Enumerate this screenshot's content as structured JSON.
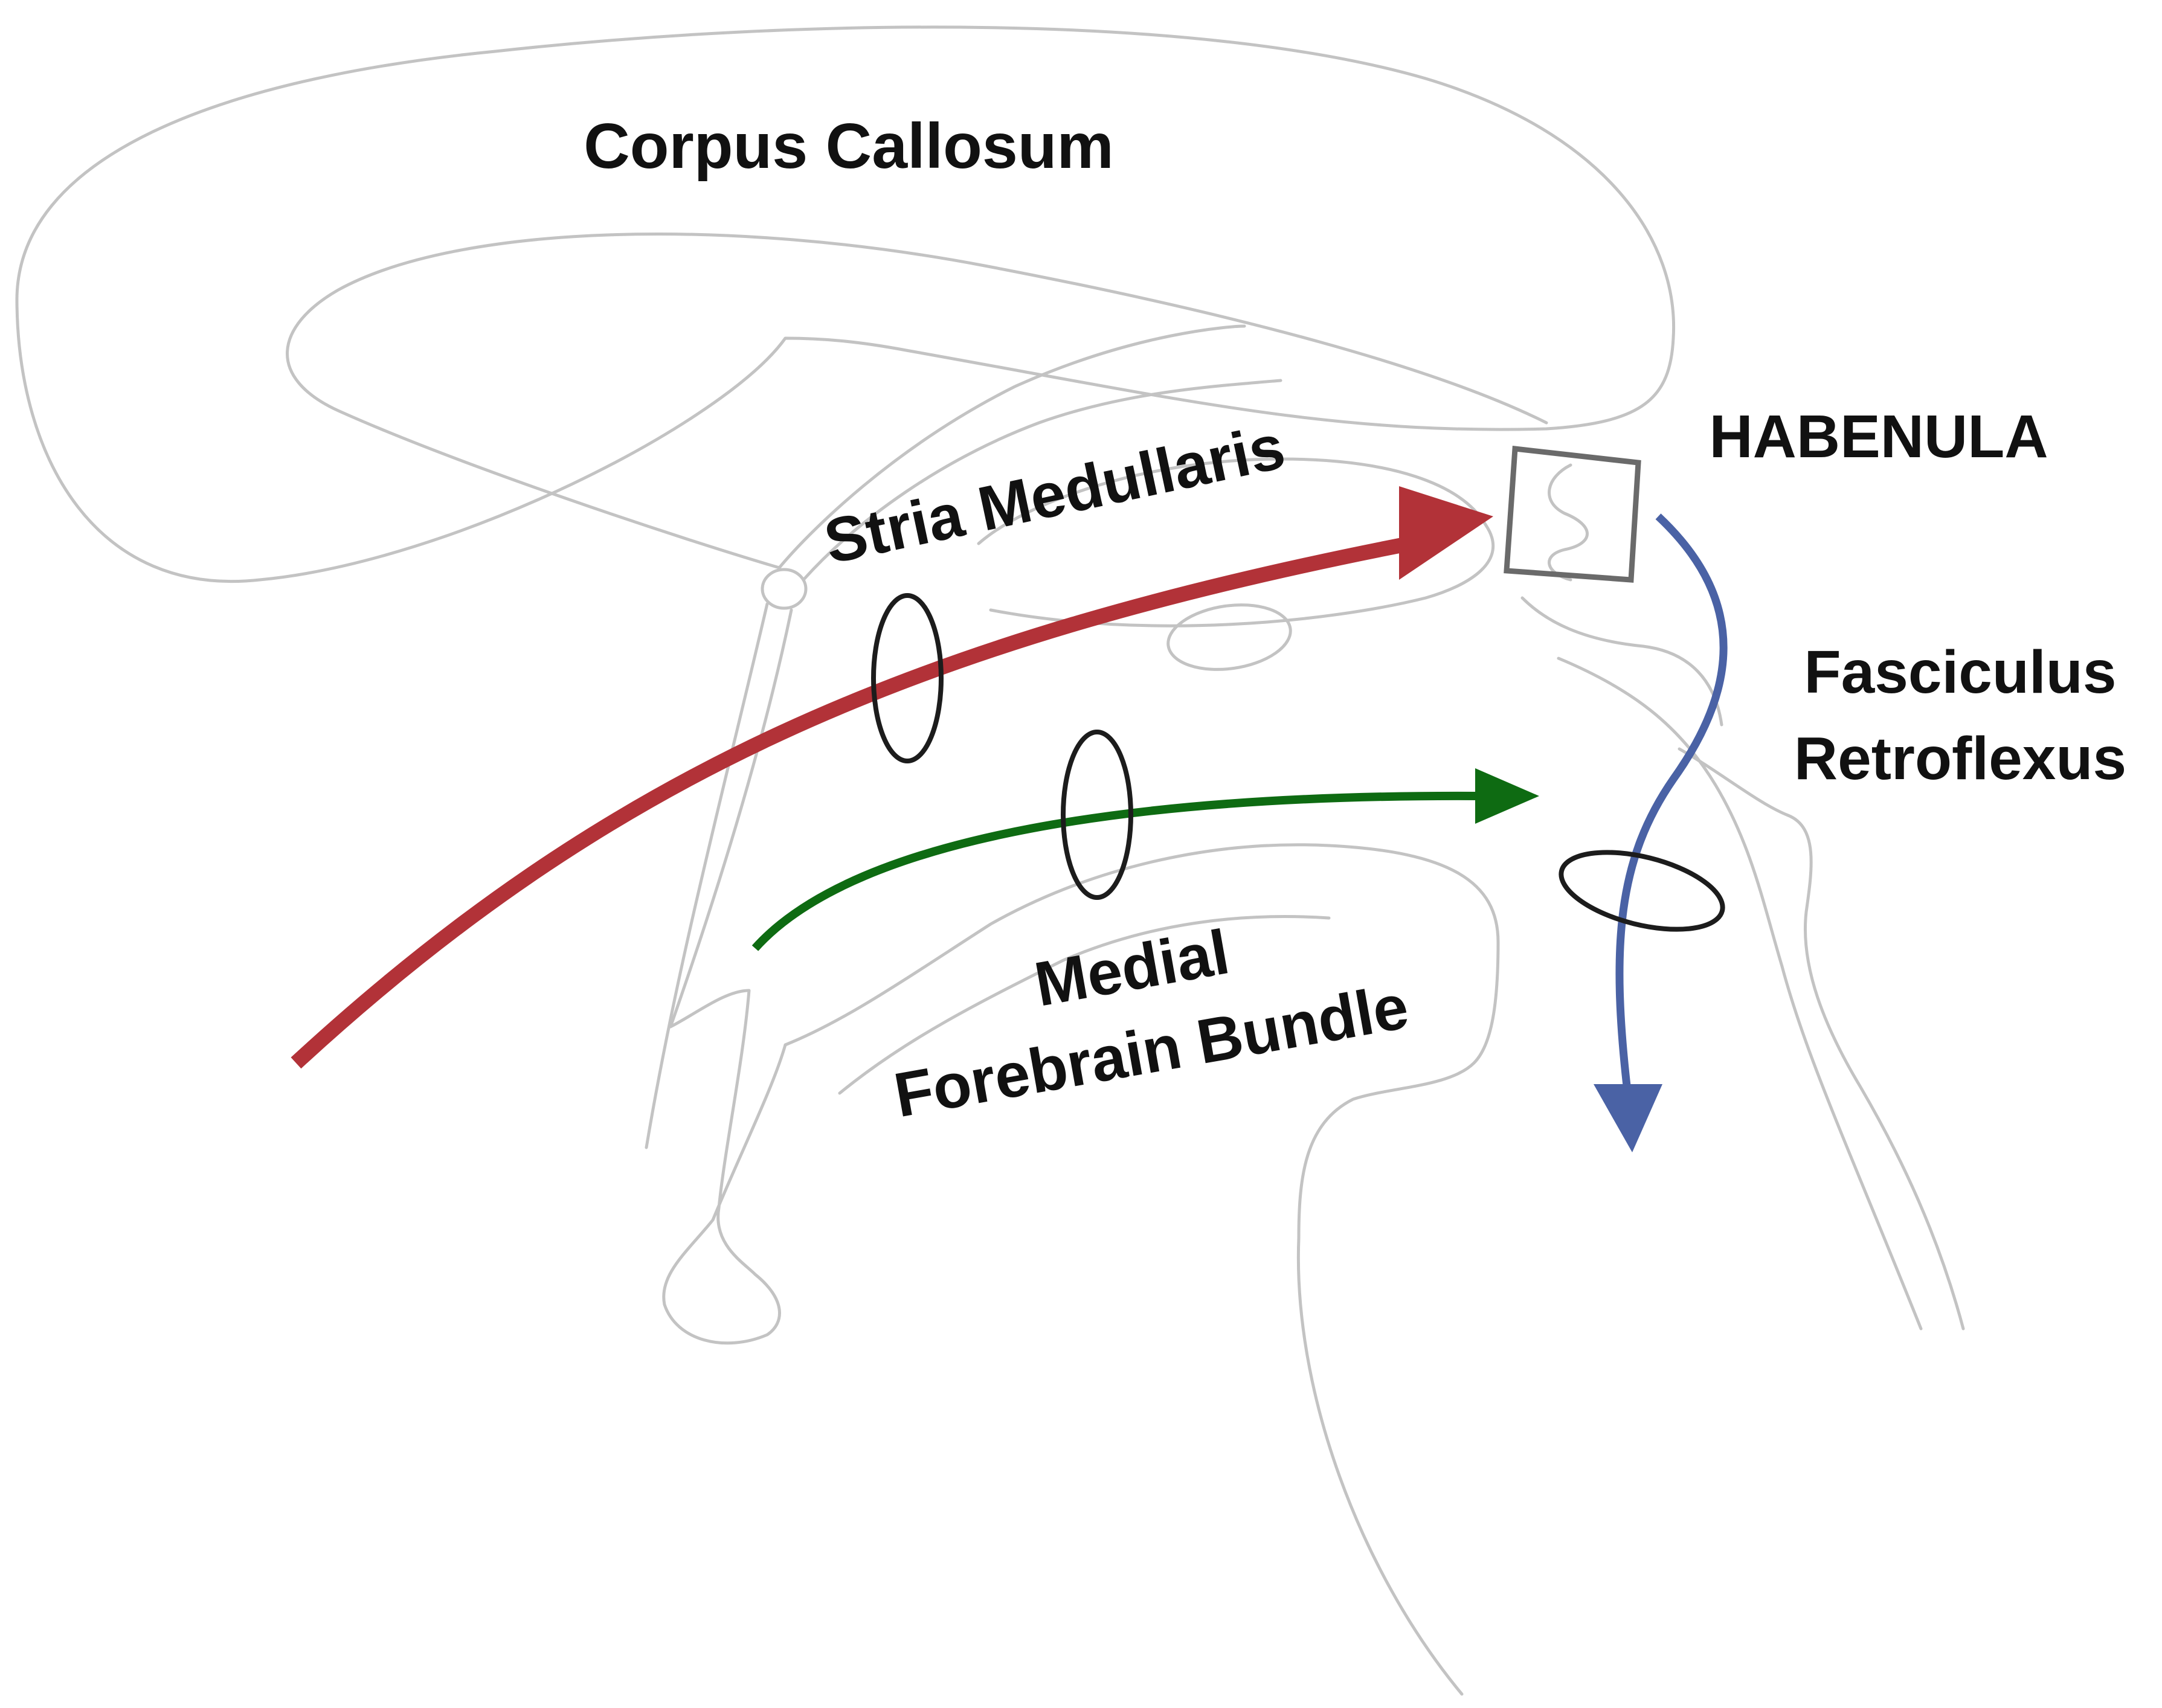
{
  "labels": {
    "corpus_callosum": "Corpus Callosum",
    "habenula": "HABENULA",
    "stria_medullaris": "Stria Medullaris",
    "fasciculus_line1": "Fasciculus",
    "fasciculus_line2": "Retroflexus",
    "mfb_line1": "Medial",
    "mfb_line2": "Forebrain Bundle"
  },
  "colors": {
    "stria_medullaris": "#b23238",
    "medial_forebrain_bundle": "#0e6b12",
    "fasciculus_retroflexus": "#4a62a5",
    "brain_outline": "#c3c3c3",
    "ring": "#1c1c1c",
    "habenula_box": "#6a6a6a",
    "text": "#111111"
  }
}
